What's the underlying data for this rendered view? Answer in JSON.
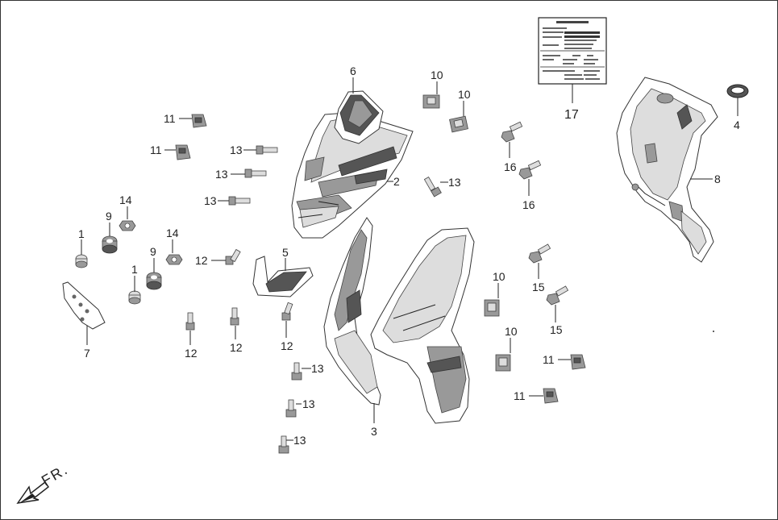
{
  "diagram": {
    "direction_label": "FR.",
    "parts": [
      {
        "id": "p1a",
        "label": "1"
      },
      {
        "id": "p1b",
        "label": "1"
      },
      {
        "id": "p2",
        "label": "2"
      },
      {
        "id": "p3",
        "label": "3"
      },
      {
        "id": "p4",
        "label": "4"
      },
      {
        "id": "p5",
        "label": "5"
      },
      {
        "id": "p6",
        "label": "6"
      },
      {
        "id": "p7",
        "label": "7"
      },
      {
        "id": "p8",
        "label": "8"
      },
      {
        "id": "p9a",
        "label": "9"
      },
      {
        "id": "p9b",
        "label": "9"
      },
      {
        "id": "p10a",
        "label": "10"
      },
      {
        "id": "p10b",
        "label": "10"
      },
      {
        "id": "p10c",
        "label": "10"
      },
      {
        "id": "p10d",
        "label": "10"
      },
      {
        "id": "p11a",
        "label": "11"
      },
      {
        "id": "p11b",
        "label": "11"
      },
      {
        "id": "p11c",
        "label": "11"
      },
      {
        "id": "p11d",
        "label": "11"
      },
      {
        "id": "p12a",
        "label": "12"
      },
      {
        "id": "p12b",
        "label": "12"
      },
      {
        "id": "p12c",
        "label": "12"
      },
      {
        "id": "p12d",
        "label": "12"
      },
      {
        "id": "p13a",
        "label": "13"
      },
      {
        "id": "p13b",
        "label": "13"
      },
      {
        "id": "p13c",
        "label": "13"
      },
      {
        "id": "p13d",
        "label": "13"
      },
      {
        "id": "p13e",
        "label": "13"
      },
      {
        "id": "p13f",
        "label": "13"
      },
      {
        "id": "p13g",
        "label": "13"
      },
      {
        "id": "p14a",
        "label": "14"
      },
      {
        "id": "p14b",
        "label": "14"
      },
      {
        "id": "p15a",
        "label": "15"
      },
      {
        "id": "p15b",
        "label": "15"
      },
      {
        "id": "p16a",
        "label": "16"
      },
      {
        "id": "p16b",
        "label": "16"
      },
      {
        "id": "p17",
        "label": "17"
      }
    ]
  }
}
